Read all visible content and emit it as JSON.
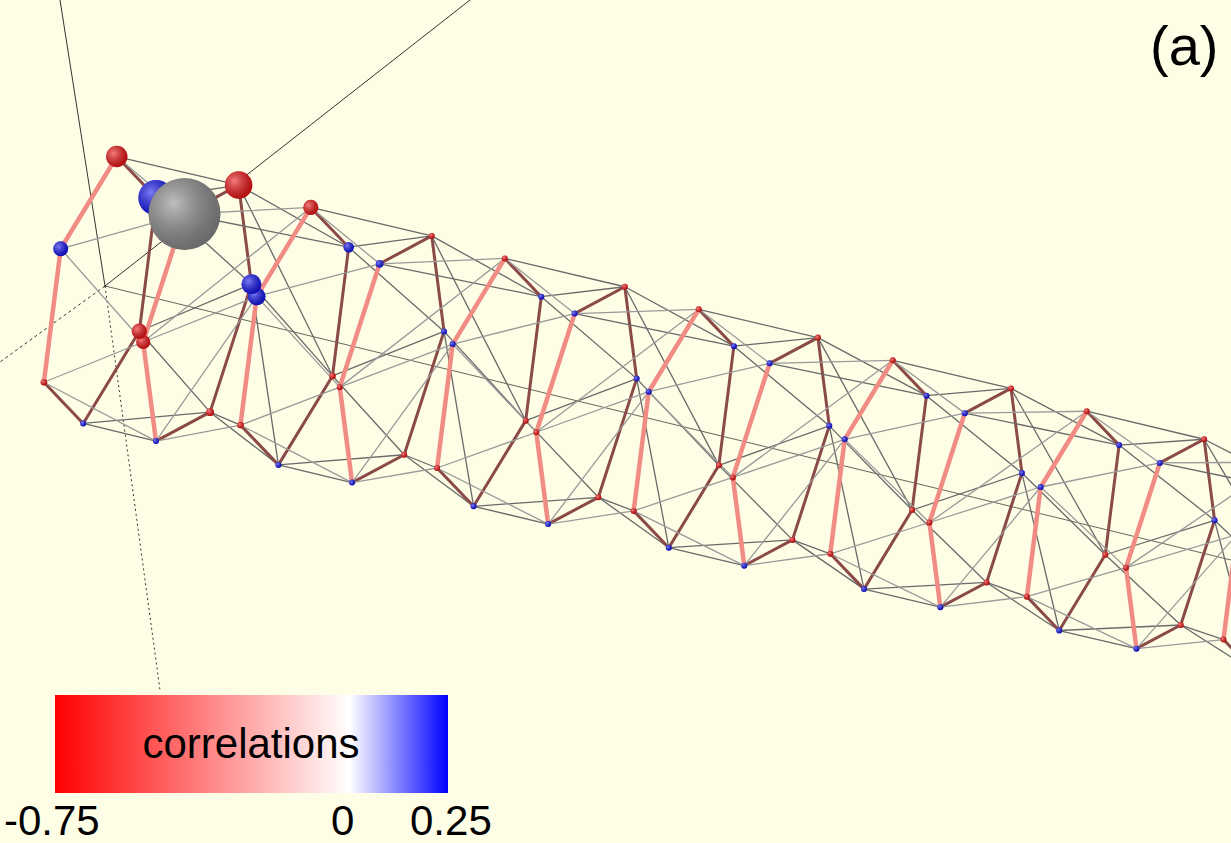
{
  "diagram": {
    "labels": [
      "(a)",
      "correlations",
      "-0.75",
      "0",
      "0.25"
    ]
  }
}
